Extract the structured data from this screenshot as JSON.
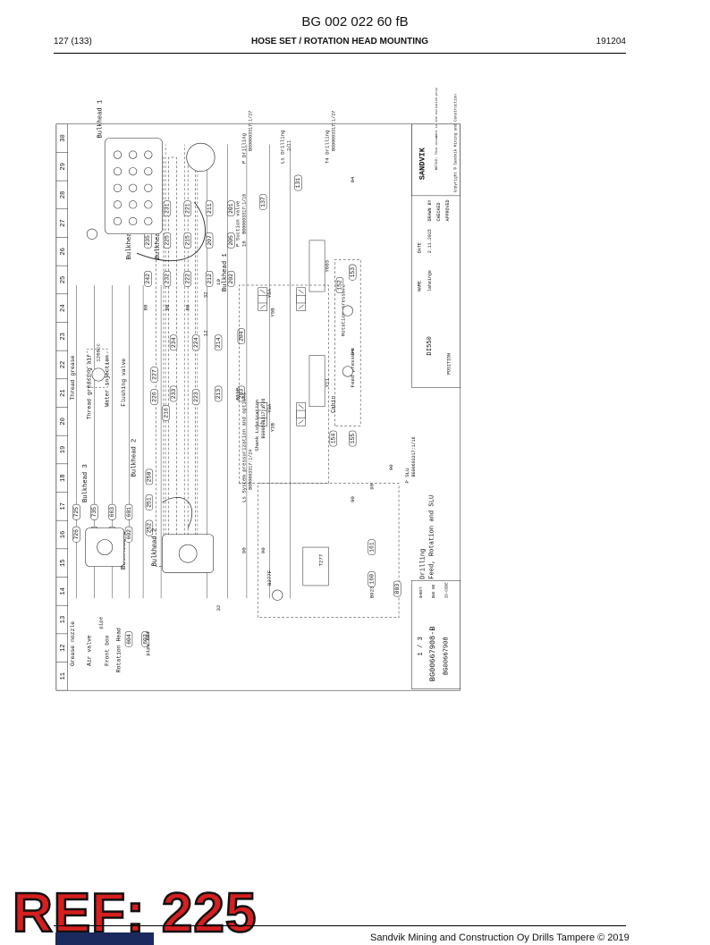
{
  "header": {
    "doc_id": "BG 002 022 60 fB",
    "page": "127 (133)",
    "section_title": "HOSE SET / ROTATION HEAD MOUNTING",
    "date_code": "191204"
  },
  "border_columns": [
    "11",
    "12",
    "13",
    "14",
    "15",
    "16",
    "17",
    "18",
    "19",
    "20",
    "21",
    "22",
    "23",
    "24",
    "25",
    "26",
    "27",
    "28",
    "29",
    "30"
  ],
  "func_lines": {
    "grease": "Grease nozzle",
    "thread_grease": "Thread grease",
    "air_valve": "Air valve",
    "thread_greasing_air": "Thread greasing air",
    "front_box": "Front box",
    "water_injection": "Water injection",
    "rotation_head": "Rotation Head",
    "flushing_valve": "Flushing valve"
  },
  "hose_tags": {
    "t726": "726",
    "t725": "725",
    "t736": "736",
    "t735": "735",
    "t664": "664",
    "t663": "663",
    "t602": "602",
    "t601": "601",
    "t604": "604",
    "t603": "603",
    "t252": "252",
    "t251": "251",
    "t250": "250",
    "t227": "227",
    "t234": "234",
    "t233": "233",
    "t224": "224",
    "t223": "223",
    "t214": "214",
    "t213": "213",
    "t204": "204",
    "t203": "203",
    "t226": "226",
    "t216": "216",
    "t242": "242",
    "t232": "232",
    "t222": "222",
    "t212": "212",
    "t202": "202",
    "t235": "235",
    "t225": "225",
    "t215": "215",
    "t207": "207",
    "t205": "205",
    "t241": "241",
    "t231": "231",
    "t221": "221",
    "t211": "211",
    "t201": "201",
    "t154": "154",
    "t155": "155",
    "t152": "152",
    "t153": "153",
    "t160": "160",
    "t161": "161",
    "t803": "803",
    "t137": "137",
    "t131": "131"
  },
  "small_numbers": {
    "n90a": "90",
    "n90b": "90",
    "n90c": "90",
    "n90d": "90",
    "n90e": "90",
    "n80a": "80",
    "n80b": "80",
    "n80c": "80",
    "n32a": "32",
    "n32b": "32",
    "n12": "12",
    "n10": "10",
    "n16": "16",
    "n04a": "04",
    "n04b": "04",
    "n1260": "1260cc"
  },
  "labels": {
    "bulkhead3_top": "Bulkhead 3",
    "bulkhead2_top": "Bulkhead 2",
    "bulkhead3_mid": "Bulkhead 3",
    "bulkhead2_mid": "Bulkhead 2",
    "bulkhead1_mid": "Bulkhead 1",
    "bulkhead2_img": "Bulkhead 2",
    "bulkhead1_img": "Bulkhead 1",
    "bulkhead3_img": "Bulkhead 3",
    "pipe604": "pipe 604",
    "pipe603": "pipe",
    "p_suction": "P Suction valve",
    "suction_code": "BG00603317:1/16",
    "p_drilling": "P Drilling",
    "p_drilling_code": "BG00603317:1/27",
    "ls_drilling": "Ls Drilling",
    "ls_code": "2/11",
    "t_drilling": "T4 Drilling",
    "t_drilling_code": "BG00603317:1/27",
    "ls_system": "Ls System pressurization and options",
    "ls_system_code": "BG00603317:1/24",
    "shank": "Shank Lubrication",
    "shank_code": "BG00603317:1/26",
    "p_slu": "P SLU",
    "p_slu_code": "BG00603317:1/16",
    "cabin": "Cabin",
    "rotation_pressure": "Rotation pressure",
    "feed_pressure": "Feed pressure",
    "b11p": "B11P",
    "b277f": "B277F",
    "b923l": "B923L",
    "y3a": "Y3A",
    "y3b": "Y3B",
    "y5a": "Y5A",
    "y5b": "Y5B",
    "y11": "Y11",
    "y603": "Y603",
    "t277": "T277",
    "drilling_title": "Drilling",
    "drilling_subtitle": "Feed, Rotation and SLU"
  },
  "title_block": {
    "brand": "SANDVIK",
    "copyright": "Copyright © Sandvik Mining and Construction",
    "notice": "NOTICE: This document is the exclusive property of Sandvik and it may be used only for the purpose for which it has been provided.",
    "date_header": "DATE",
    "name_header": "NAME",
    "drawn_by": "DRAWN BY",
    "drawn_date": "2.11.2015",
    "drawn_name": "laheinge",
    "checked": "CHECKED",
    "approved": "APPROVED",
    "model": "DI550",
    "position": "POSITION",
    "sheet_label": "SHEET",
    "sheet": "1 / 3",
    "dwg_label": "DWG NO",
    "dwg": "BG00667908-B",
    "id_label": "ID-CODE",
    "id_code": "BG00667908"
  },
  "watermark": {
    "ref": "REF: 225"
  },
  "footer": {
    "copyright": "Sandvik Mining and Construction Oy Drills Tampere © 2019"
  }
}
